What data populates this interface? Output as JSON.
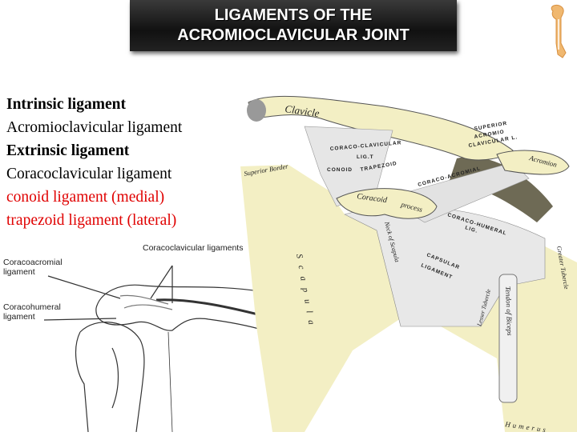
{
  "title": {
    "line1": "LIGAMENTS OF THE",
    "line2": "ACROMIOCLAVICULAR JOINT"
  },
  "colors": {
    "title_bg": "#1a1a1a",
    "highlight": "#e00000",
    "bone": "#f3efc4"
  },
  "list": [
    {
      "text": "Intrinsic ligament",
      "style": "bold"
    },
    {
      "text": "Acromioclavicular ligament",
      "style": "normal"
    },
    {
      "text": "Extrinsic ligament",
      "style": "bold"
    },
    {
      "text": "Coracoclavicular ligament",
      "style": "normal"
    },
    {
      "text": "conoid ligament (medial)",
      "style": "red"
    },
    {
      "text": "trapezoid ligament (lateral)",
      "style": "red"
    }
  ],
  "sketch": {
    "coracoclavicular": "Coracoclavicular ligaments",
    "coracoacromial": "Coracoacromial ligament",
    "coracohumeral": "Coracohumeral ligament"
  },
  "illustration": {
    "clavicle": "Clavicle",
    "superior_ac": "SUPERIOR",
    "superior_ac2": "ACROMIO",
    "superior_ac3": "CLAVICULAR L.",
    "acromion": "Acromion",
    "coracoclavicular": "CORACO-CLAVICULAR",
    "lig": "LIG.T",
    "conoid": "CONOID",
    "trapezoid": "TRAPEZOID",
    "superior_border": "Superior Border",
    "coracoid": "Coracoid",
    "process": "process",
    "coraco_acromial": "CORACO-ACROMIAL",
    "coraco_humeral": "CORACO-HUMERAL",
    "coraco_humeral_lig": "LIG.",
    "capsular": "CAPSULAR",
    "ligament": "LIGAMENT",
    "scapula": "Scapula",
    "neck": "Neck of Scapula",
    "tendon": "Tendon of Biceps",
    "lesser": "Lesser Tubercle",
    "greater": "Greater Tubercle",
    "humerus": "Humerus"
  }
}
